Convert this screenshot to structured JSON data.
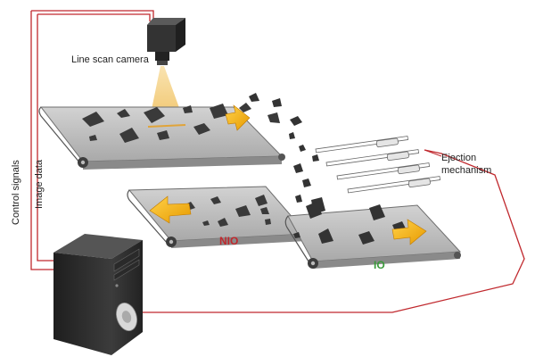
{
  "labels": {
    "camera": "Line scan camera",
    "ejection_line1": "Ejection",
    "ejection_line2": "mechanism",
    "nio": "NIO",
    "io": "IO",
    "control_signals": "Control signals",
    "image_data": "Image data"
  },
  "colors": {
    "wire": "#c0282d",
    "nio_text": "#c0282d",
    "io_text": "#3a9a3a",
    "belt": "#b4b4b4",
    "belt_edge": "#6e6e6e",
    "arrow_fill": "#f5b400",
    "camera_body": "#3a3a3a",
    "light_beam": "#f6d79a"
  },
  "icons": {
    "camera": "line-scan-camera-icon",
    "computer": "pc-tower-icon",
    "nozzle": "air-nozzle-icon",
    "direction": "arrow-icon"
  }
}
